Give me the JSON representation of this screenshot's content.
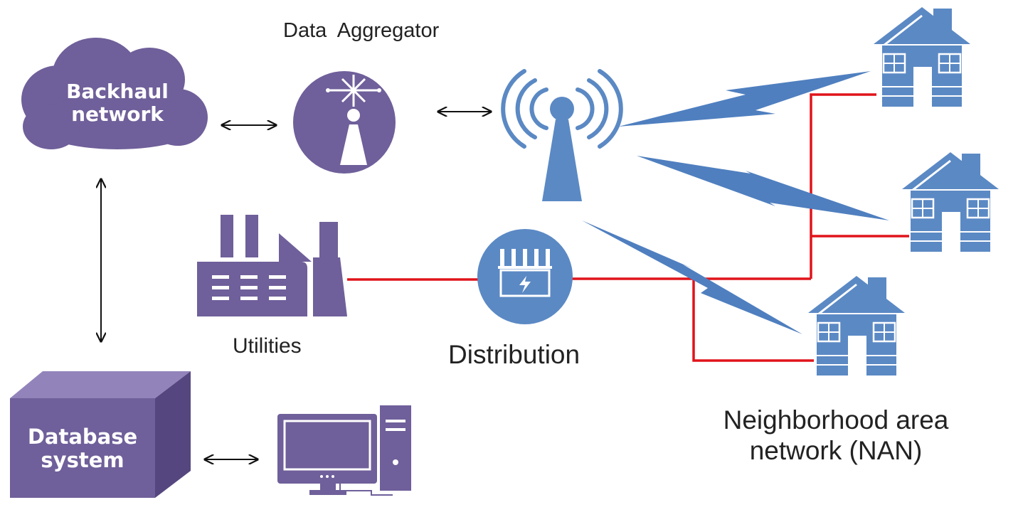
{
  "labels": {
    "backhaul": "Backhaul\nnetwork",
    "aggregator": "Data  Aggregator",
    "utilities": "Utilities",
    "distribution": "Distribution",
    "database": "Database\nsystem",
    "nan": "Neighborhood  area\nnetwork (NAN)"
  },
  "colors": {
    "purple": "#6f5f9a",
    "purple_light": "#8273ad",
    "blue": "#5b89c4",
    "blue_dark": "#3d6aa8",
    "red": "#e0141b",
    "arrow": "#111111"
  },
  "icons": {
    "cloud": "cloud-icon",
    "aggregator": "antenna-icon",
    "tower": "radio-tower-icon",
    "factory": "factory-icon",
    "transformer": "transformer-icon",
    "database": "database-box-icon",
    "computer": "computer-icon",
    "house": "house-icon"
  }
}
